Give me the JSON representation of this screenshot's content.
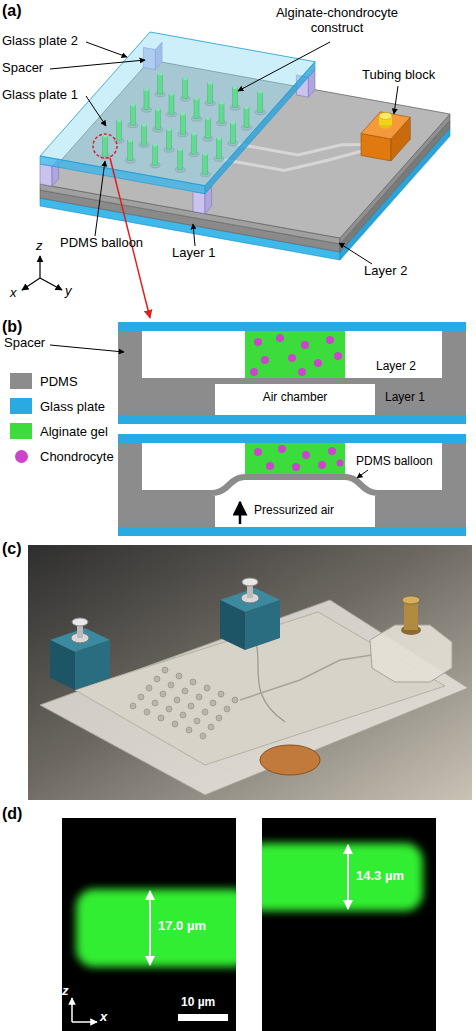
{
  "diagram": {
    "labels": [
      "(a)",
      "Glass plate 2",
      "Alginate-chondrocyte construct",
      "Spacer",
      "Tubing block",
      "Glass plate 1",
      "PDMS balloon",
      "Layer 2",
      "z",
      "x",
      "y",
      "Layer 1",
      "(b)",
      "Spacer",
      "Layer 2",
      "Air chamber",
      "Layer 1",
      "PDMS balloon",
      "Pressurized air",
      "(c)",
      "(d)",
      "17.0 µm",
      "14.3 µm",
      "z",
      "x",
      "10 µm"
    ],
    "legend": [
      {
        "text": "PDMS",
        "color": "#8c8c8c"
      },
      {
        "text": "Glass plate",
        "color": "#29abe2"
      },
      {
        "text": "Alginate gel",
        "color": "#3ddc3d"
      },
      {
        "text": "Chondrocyte",
        "color": "#cc44cc"
      }
    ]
  }
}
